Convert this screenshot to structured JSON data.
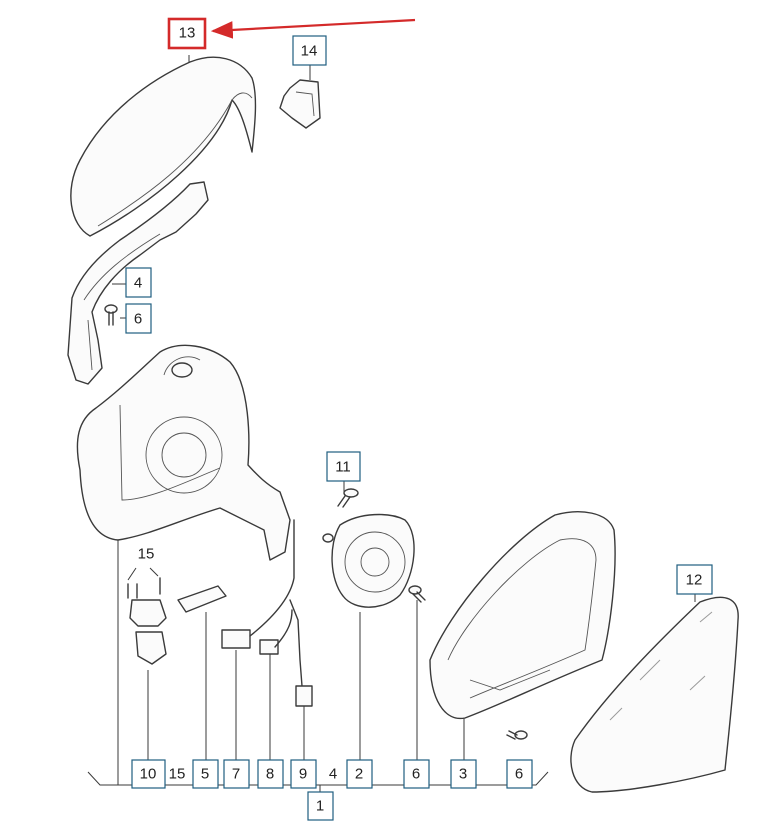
{
  "highlight_color": "#d42a2a",
  "callout_color": "#1f5e80",
  "callouts": {
    "c13": "13",
    "c14": "14",
    "c4_top": "4",
    "c6_top": "6",
    "c11": "11",
    "c12": "12",
    "c15_top": "15",
    "c10": "10",
    "c15_bottom": "15",
    "c5": "5",
    "c7": "7",
    "c8": "8",
    "c9": "9",
    "c4_bottom": "4",
    "c2": "2",
    "c6_mid": "6",
    "c3": "3",
    "c6_right": "6",
    "c1": "1"
  }
}
